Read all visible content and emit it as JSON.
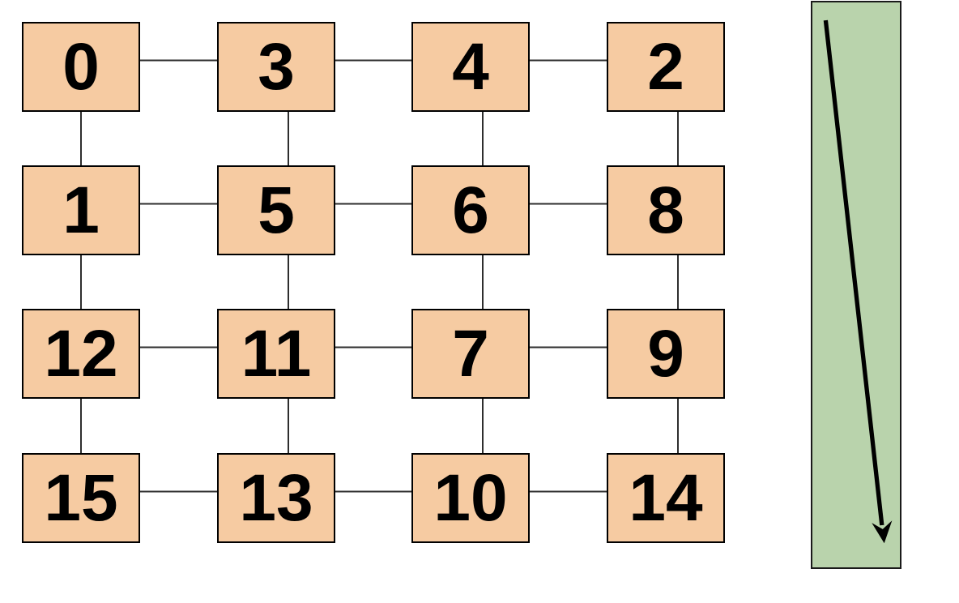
{
  "diagram": {
    "nodes": [
      {
        "id": "0",
        "label": "0",
        "row": 0,
        "col": 0
      },
      {
        "id": "3",
        "label": "3",
        "row": 0,
        "col": 1
      },
      {
        "id": "4",
        "label": "4",
        "row": 0,
        "col": 2
      },
      {
        "id": "2",
        "label": "2",
        "row": 0,
        "col": 3
      },
      {
        "id": "1",
        "label": "1",
        "row": 1,
        "col": 0
      },
      {
        "id": "5",
        "label": "5",
        "row": 1,
        "col": 1
      },
      {
        "id": "6",
        "label": "6",
        "row": 1,
        "col": 2
      },
      {
        "id": "8",
        "label": "8",
        "row": 1,
        "col": 3
      },
      {
        "id": "12",
        "label": "12",
        "row": 2,
        "col": 0
      },
      {
        "id": "11",
        "label": "11",
        "row": 2,
        "col": 1
      },
      {
        "id": "7",
        "label": "7",
        "row": 2,
        "col": 2
      },
      {
        "id": "9",
        "label": "9",
        "row": 2,
        "col": 3
      },
      {
        "id": "15",
        "label": "15",
        "row": 3,
        "col": 0
      },
      {
        "id": "13",
        "label": "13",
        "row": 3,
        "col": 1
      },
      {
        "id": "10",
        "label": "10",
        "row": 3,
        "col": 2
      },
      {
        "id": "14",
        "label": "14",
        "row": 3,
        "col": 3
      }
    ],
    "edges": [
      {
        "from": "0",
        "to": "3"
      },
      {
        "from": "3",
        "to": "4"
      },
      {
        "from": "4",
        "to": "2"
      },
      {
        "from": "1",
        "to": "5"
      },
      {
        "from": "5",
        "to": "6"
      },
      {
        "from": "6",
        "to": "8"
      },
      {
        "from": "12",
        "to": "11"
      },
      {
        "from": "11",
        "to": "7"
      },
      {
        "from": "7",
        "to": "9"
      },
      {
        "from": "15",
        "to": "13"
      },
      {
        "from": "13",
        "to": "10"
      },
      {
        "from": "10",
        "to": "14"
      },
      {
        "from": "0",
        "to": "1"
      },
      {
        "from": "1",
        "to": "12"
      },
      {
        "from": "12",
        "to": "15"
      },
      {
        "from": "3",
        "to": "5"
      },
      {
        "from": "5",
        "to": "11"
      },
      {
        "from": "11",
        "to": "13"
      },
      {
        "from": "4",
        "to": "6"
      },
      {
        "from": "6",
        "to": "7"
      },
      {
        "from": "7",
        "to": "10"
      },
      {
        "from": "2",
        "to": "8"
      },
      {
        "from": "8",
        "to": "9"
      },
      {
        "from": "9",
        "to": "14"
      }
    ],
    "colors": {
      "node_fill": "#F6CBA2",
      "node_border": "#000000",
      "edge": "#2e2e2e",
      "label": "#000000"
    }
  },
  "side_panel": {
    "fill": "#B9D3AC",
    "border": "#1a1a1a",
    "arrow_color": "#000000",
    "arrow_direction": "down"
  }
}
